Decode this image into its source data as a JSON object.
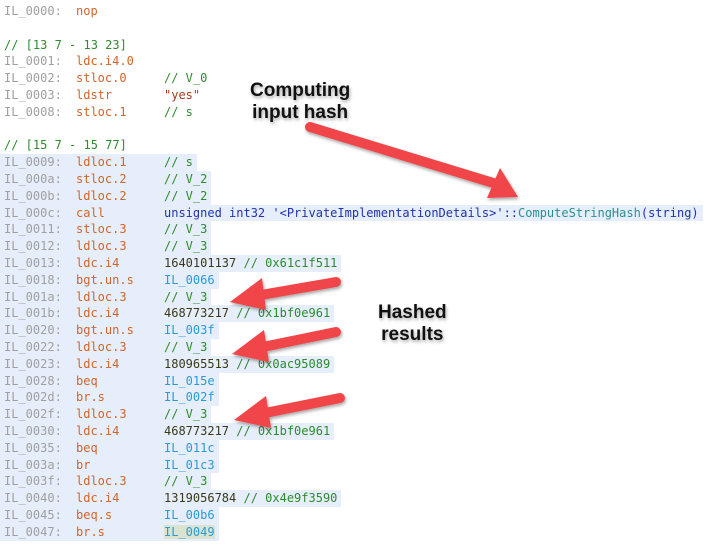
{
  "colors": {
    "address": "#a0a0a0",
    "opcode": "#d0652a",
    "comment": "#2e8b2e",
    "label": "#2a9bd8",
    "highlight": "#e6eefb",
    "arrow": "#f0454a"
  },
  "code": {
    "lines": [
      {
        "type": "instr",
        "addr": "IL_0000:",
        "op": "nop",
        "arg": "",
        "argkind": "",
        "hl": false
      },
      {
        "type": "blank"
      },
      {
        "type": "seq",
        "text": "// [13 7 - 13 23]",
        "hl": false
      },
      {
        "type": "instr",
        "addr": "IL_0001:",
        "op": "ldc.i4.0",
        "arg": "",
        "argkind": "",
        "hl": false
      },
      {
        "type": "instr",
        "addr": "IL_0002:",
        "op": "stloc.0",
        "arg": "// V_0",
        "argkind": "cmt",
        "hl": false
      },
      {
        "type": "instr",
        "addr": "IL_0003:",
        "op": "ldstr",
        "arg": "\"yes\"",
        "argkind": "str",
        "hl": false
      },
      {
        "type": "instr",
        "addr": "IL_0008:",
        "op": "stloc.1",
        "arg": "// s",
        "argkind": "cmt",
        "hl": false
      },
      {
        "type": "blank"
      },
      {
        "type": "seq",
        "text": "// [15 7 - 15 77]",
        "hl": false
      },
      {
        "type": "instr",
        "addr": "IL_0009:",
        "op": "ldloc.1",
        "arg": "// s",
        "argkind": "cmt",
        "hl": true
      },
      {
        "type": "instr",
        "addr": "IL_000a:",
        "op": "stloc.2",
        "arg": "// V_2",
        "argkind": "cmt",
        "hl": true
      },
      {
        "type": "instr",
        "addr": "IL_000b:",
        "op": "ldloc.2",
        "arg": "// V_2",
        "argkind": "cmt",
        "hl": true
      },
      {
        "type": "call",
        "addr": "IL_000c:",
        "op": "call",
        "ret": "unsigned int32 ",
        "cls": "'<PrivateImplementationDetails>'::",
        "method": "ComputeStringHash",
        "params": "(string)",
        "hl": true
      },
      {
        "type": "instr",
        "addr": "IL_0011:",
        "op": "stloc.3",
        "arg": "// V_3",
        "argkind": "cmt",
        "hl": true
      },
      {
        "type": "instr",
        "addr": "IL_0012:",
        "op": "ldloc.3",
        "arg": "// V_3",
        "argkind": "cmt",
        "hl": true
      },
      {
        "type": "const",
        "addr": "IL_0013:",
        "op": "ldc.i4",
        "num": "1640101137 ",
        "hex": "// 0x61c1f511",
        "hl": true
      },
      {
        "type": "instr",
        "addr": "IL_0018:",
        "op": "bgt.un.s",
        "arg": "IL_0066",
        "argkind": "lbl",
        "hl": true
      },
      {
        "type": "instr",
        "addr": "IL_001a:",
        "op": "ldloc.3",
        "arg": "// V_3",
        "argkind": "cmt",
        "hl": true
      },
      {
        "type": "const",
        "addr": "IL_001b:",
        "op": "ldc.i4",
        "num": "468773217 ",
        "hex": "// 0x1bf0e961",
        "hl": true
      },
      {
        "type": "instr",
        "addr": "IL_0020:",
        "op": "bgt.un.s",
        "arg": "IL_003f",
        "argkind": "lbl",
        "hl": true
      },
      {
        "type": "instr",
        "addr": "IL_0022:",
        "op": "ldloc.3",
        "arg": "// V_3",
        "argkind": "cmt",
        "hl": true
      },
      {
        "type": "const",
        "addr": "IL_0023:",
        "op": "ldc.i4",
        "num": "180965513 ",
        "hex": "// 0x0ac95089",
        "hl": true
      },
      {
        "type": "instr",
        "addr": "IL_0028:",
        "op": "beq",
        "arg": "IL_015e",
        "argkind": "lbl",
        "hl": true
      },
      {
        "type": "instr",
        "addr": "IL_002d:",
        "op": "br.s",
        "arg": "IL_002f",
        "argkind": "lbl",
        "hl": true
      },
      {
        "type": "instr",
        "addr": "IL_002f:",
        "op": "ldloc.3",
        "arg": "// V_3",
        "argkind": "cmt",
        "hl": true
      },
      {
        "type": "const",
        "addr": "IL_0030:",
        "op": "ldc.i4",
        "num": "468773217 ",
        "hex": "// 0x1bf0e961",
        "hl": true
      },
      {
        "type": "instr",
        "addr": "IL_0035:",
        "op": "beq",
        "arg": "IL_011c",
        "argkind": "lbl",
        "hl": true
      },
      {
        "type": "instr",
        "addr": "IL_003a:",
        "op": "br",
        "arg": "IL_01c3",
        "argkind": "lbl",
        "hl": true
      },
      {
        "type": "instr",
        "addr": "IL_003f:",
        "op": "ldloc.3",
        "arg": "// V_3",
        "argkind": "cmt",
        "hl": true
      },
      {
        "type": "const",
        "addr": "IL_0040:",
        "op": "ldc.i4",
        "num": "1319056784 ",
        "hex": "// 0x4e9f3590",
        "hl": true
      },
      {
        "type": "instr",
        "addr": "IL_0045:",
        "op": "beq.s",
        "arg": "IL_00b6",
        "argkind": "lbl",
        "hl": true
      },
      {
        "type": "instr",
        "addr": "IL_0047:",
        "op": "br.s",
        "arg": "IL_0049",
        "argkind": "lbl sel",
        "hl": true
      }
    ]
  },
  "annotations": {
    "computing": "Computing\ninput hash",
    "hashed": "Hashed\nresults"
  }
}
